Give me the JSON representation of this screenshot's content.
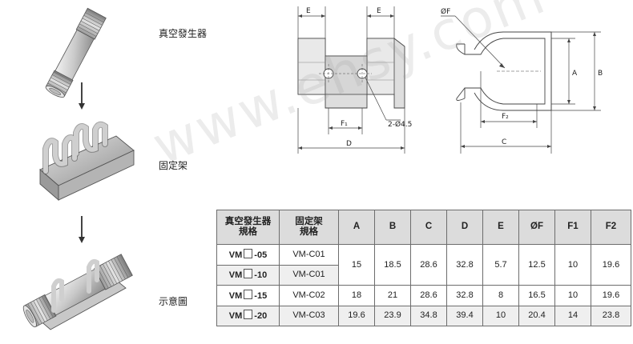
{
  "steps": [
    {
      "label": "真空發生器"
    },
    {
      "label": "固定架"
    },
    {
      "label": "示意圖"
    }
  ],
  "left_view": {
    "top_dims": [
      "E",
      "E"
    ],
    "hole_callout": "2-Ø4.5",
    "pitch_label": "F₁",
    "width_label": "D"
  },
  "right_view": {
    "dia_label": "ØF",
    "height_labels": [
      "A",
      "B"
    ],
    "pitch_label": "F₂",
    "width_label": "C"
  },
  "watermark": "www.ehsy.com",
  "table": {
    "header": [
      "真空發生器\n規格",
      "固定架\n規格",
      "A",
      "B",
      "C",
      "D",
      "E",
      "ØF",
      "F1",
      "F2"
    ],
    "rows": [
      {
        "model_prefix": "VM",
        "model_suffix": "-05",
        "bracket": "VM-C01"
      },
      {
        "model_prefix": "VM",
        "model_suffix": "-10",
        "bracket": "VM-C01"
      },
      {
        "model_prefix": "VM",
        "model_suffix": "-15",
        "bracket": "VM-C02"
      },
      {
        "model_prefix": "VM",
        "model_suffix": "-20",
        "bracket": "VM-C03"
      }
    ],
    "values": [
      [
        "15",
        "18.5",
        "28.6",
        "32.8",
        "5.7",
        "12.5",
        "10",
        "19.6"
      ],
      [
        "18",
        "21",
        "28.6",
        "32.8",
        "8",
        "16.5",
        "10",
        "19.6"
      ],
      [
        "19.6",
        "23.9",
        "34.8",
        "39.4",
        "10",
        "20.4",
        "14",
        "23.8"
      ]
    ]
  }
}
